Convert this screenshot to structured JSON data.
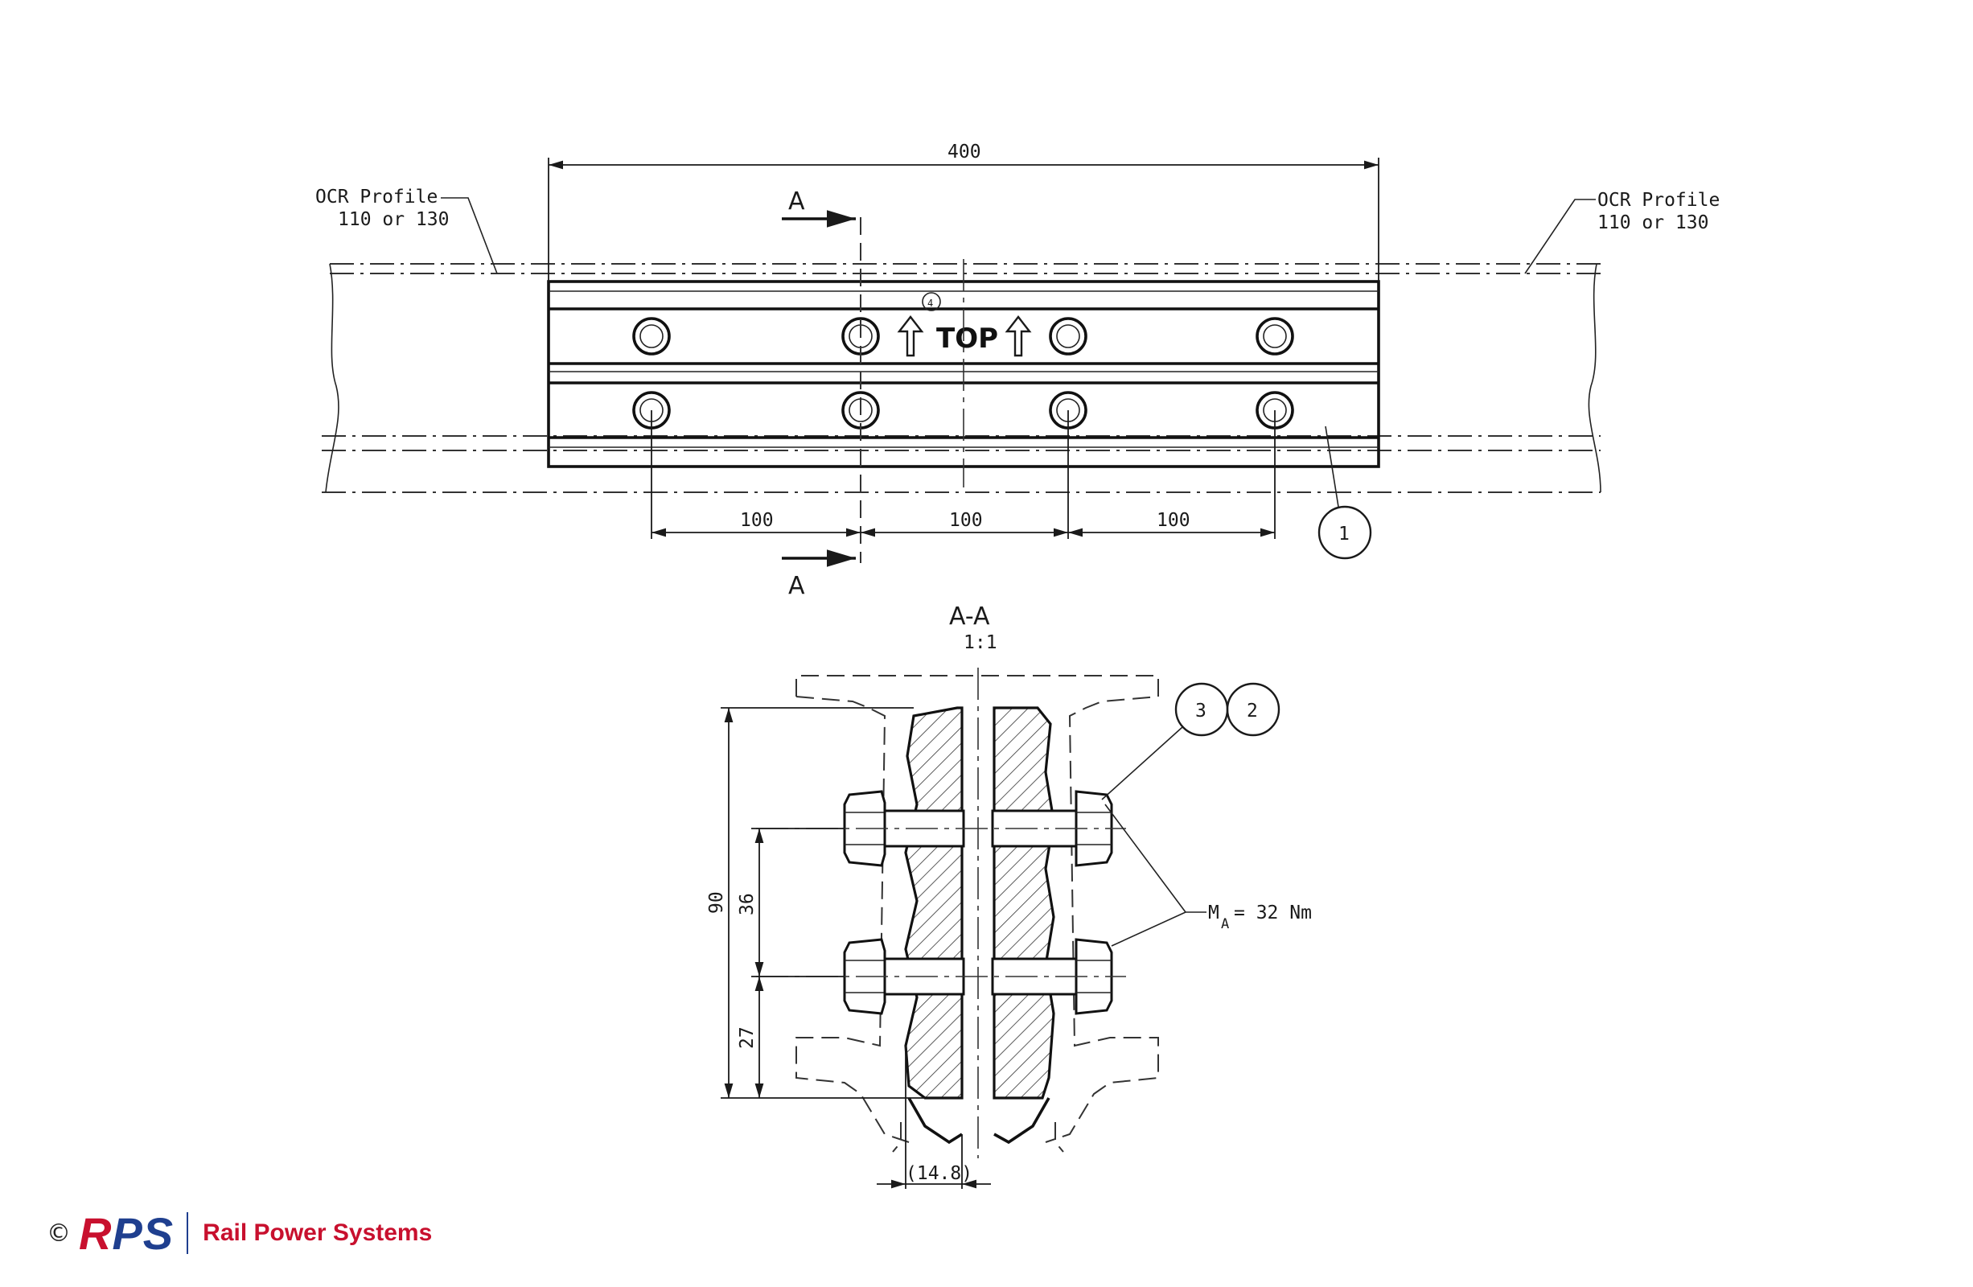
{
  "top_view": {
    "overall_dimension": "400",
    "profile_label_left_line1": "OCR Profile",
    "profile_label_left_line2": "110 or 130",
    "profile_label_right_line1": "OCR Profile",
    "profile_label_right_line2": "110 or 130",
    "section_mark_top": "A",
    "section_mark_bottom": "A",
    "top_marking": "TOP",
    "hole_spacing_1": "100",
    "hole_spacing_2": "100",
    "hole_spacing_3": "100",
    "item_callout": "1",
    "small_callout": "4"
  },
  "section_view": {
    "title": "A-A",
    "scale": "1:1",
    "callout_3": "3",
    "callout_2": "2",
    "torque_symbol": "M",
    "torque_subscript": "A",
    "torque_value": "= 32 Nm",
    "dim_total_height": "90",
    "dim_bolt_spacing": "36",
    "dim_bottom": "27",
    "dim_width": "(14.8)"
  },
  "footer": {
    "copyright_symbol": "©",
    "logo_r": "R",
    "logo_ps": "PS",
    "company_name": "Rail Power Systems"
  }
}
